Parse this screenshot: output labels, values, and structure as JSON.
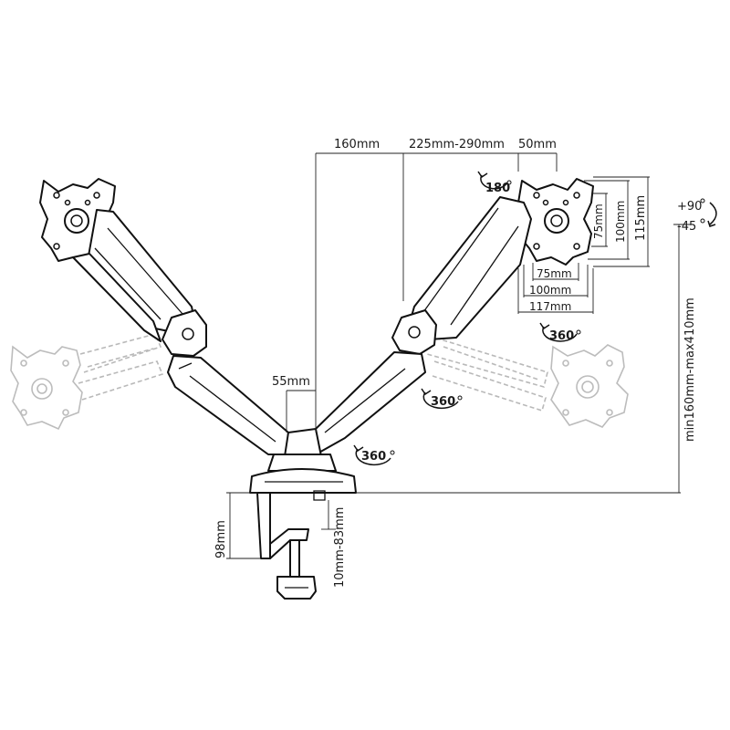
{
  "dimensions": {
    "arm_offset": "160mm",
    "arm_reach": "225mm-290mm",
    "top_offset": "50mm",
    "pole_width": "55mm",
    "vesa_75_v": "75mm",
    "vesa_100_v": "100mm",
    "plate_height": "115mm",
    "vesa_75_h": "75mm",
    "vesa_100_h": "100mm",
    "plate_width": "117mm",
    "height_range": "min160mm-max410mm",
    "clamp_height": "98mm",
    "clamp_range": "10mm-83mm"
  },
  "rotations": {
    "rot_180": "180",
    "rot_360_a": "360",
    "rot_360_b": "360",
    "rot_360_c": "360",
    "tilt_up": "+90",
    "tilt_down": "-45"
  },
  "icons": [
    "rotation-arrow-icon",
    "tilt-arrow-icon"
  ]
}
